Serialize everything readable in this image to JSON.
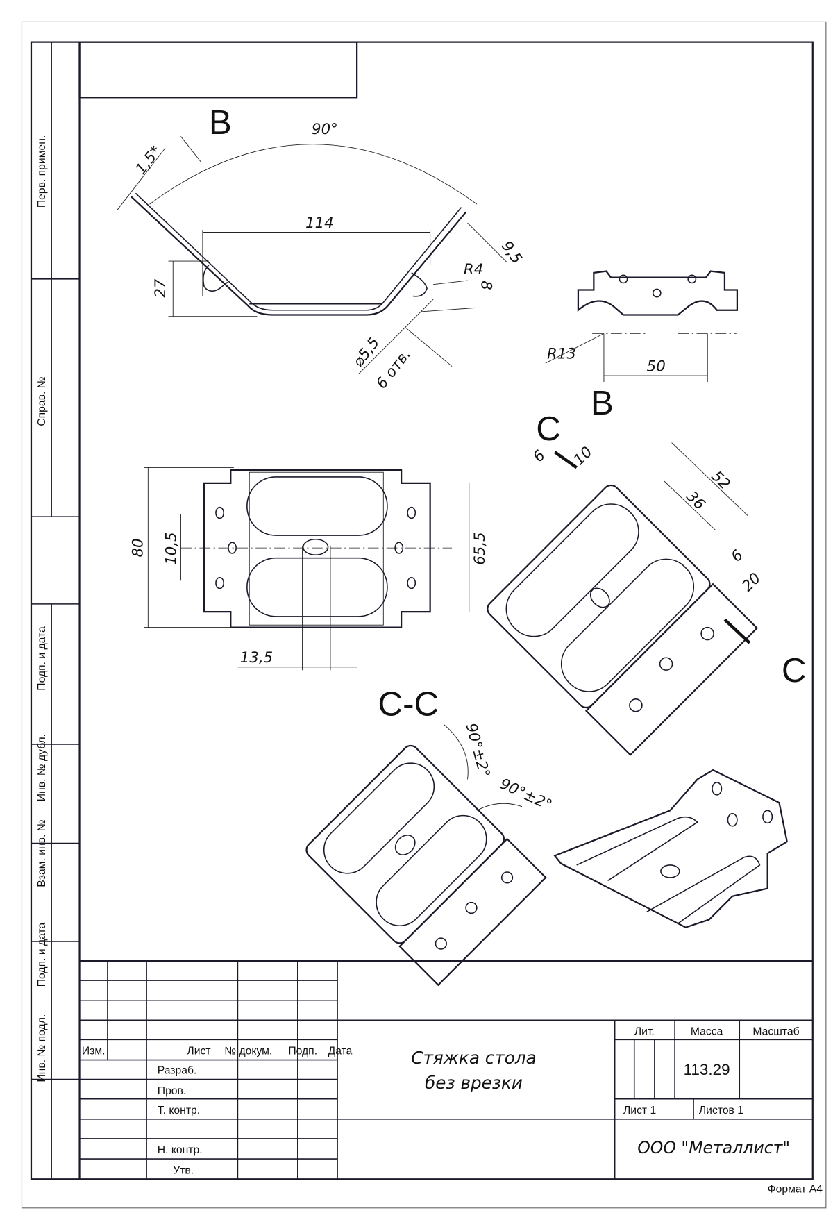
{
  "side_strip": {
    "labels": [
      "Перв. примен.",
      "Справ. №",
      "Подп. и дата",
      "Инв. № дубл.",
      "Взам. инв. №",
      "Подп. и дата",
      "Инв. № подл."
    ]
  },
  "views": {
    "view_b_label": "B",
    "view_b_arrow_label": "B",
    "section_mark_label": "C",
    "section_mark_label_2": "C",
    "section_view_label": "C-C"
  },
  "dimensions": {
    "angle_90": "90°",
    "thickness": "1,5*",
    "width_114": "114",
    "height_27": "27",
    "dim_9_5": "9,5",
    "radius_r4": "R4",
    "dim_8": "8",
    "hole_dia": "⌀5,5",
    "hole_count": "6 отв.",
    "radius_r13": "R13",
    "dim_50": "50",
    "dim_80": "80",
    "dim_10_5": "10,5",
    "dim_65_5": "65,5",
    "dim_13_5": "13,5",
    "dim_6a": "6",
    "dim_10": "10",
    "dim_52": "52",
    "dim_36": "36",
    "dim_6b": "6",
    "dim_20": "20",
    "angle_tol_1": "90°±2°",
    "angle_tol_2": "90°±2°"
  },
  "title_block": {
    "header": {
      "izm": "Изм.",
      "list": "Лист",
      "doc_no": "№ докум.",
      "sign": "Подп.",
      "date": "Дата"
    },
    "roles": [
      "Разраб.",
      "Пров.",
      "Т. контр.",
      "",
      "Н. контр.",
      "Утв."
    ],
    "title_line1": "Стяжка стола",
    "title_line2": "без врезки",
    "lit_label": "Лит.",
    "mass_label": "Масса",
    "scale_label": "Масштаб",
    "mass_value": "113.29",
    "sheet": "Лист 1",
    "sheets": "Листов 1",
    "company": "ООО \"Металлист\"",
    "format": "Формат А4"
  }
}
